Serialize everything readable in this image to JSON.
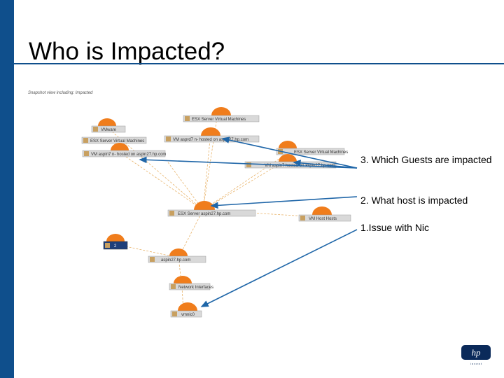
{
  "slide": {
    "title": "Who is Impacted?",
    "snapshot_caption": "Snapshot view including: Impacted"
  },
  "annotations": [
    {
      "label": "3. Which Guests are impacted"
    },
    {
      "label": "2. What host is impacted"
    },
    {
      "label": "1.Issue with Nic"
    }
  ],
  "nodes": [
    {
      "name": "node-esx-virtual-machines-top",
      "label": "ESX Server Virtual Machines"
    },
    {
      "name": "node-vmware",
      "label": "VMware"
    },
    {
      "name": "node-esx-virtual-machines-left",
      "label": "ESX Server Virtual Machines"
    },
    {
      "name": "node-vm-hosted-center",
      "label": "VM asprd7 n- hosted on aspin27.hp.com"
    },
    {
      "name": "node-vm-hosted-left",
      "label": "VM aspin7 n- hosted on aspin27.hp.com"
    },
    {
      "name": "node-esx-virtual-machines-right",
      "label": "ESX Server Virtual Machines"
    },
    {
      "name": "node-vm-hosted-right",
      "label": "VM aspin7 hosted on aspin27.hp.com"
    },
    {
      "name": "node-esx-server-host",
      "label": "ESX Server aspin27.hp.com"
    },
    {
      "name": "node-vm-host",
      "label": "VM Host Hosts"
    },
    {
      "name": "node-host",
      "label": "aspin27.hp.com"
    },
    {
      "name": "node-network-interfaces",
      "label": "Network Interfaces"
    },
    {
      "name": "node-nic",
      "label": "vmnic0"
    }
  ],
  "selected_node": {
    "label": "2"
  },
  "logo": {
    "text": "hp",
    "tagline": "i n v e n t"
  },
  "colors": {
    "accent": "#0f4f8c",
    "node_orange": "#f07d1c",
    "arrow": "#1f66a8"
  }
}
